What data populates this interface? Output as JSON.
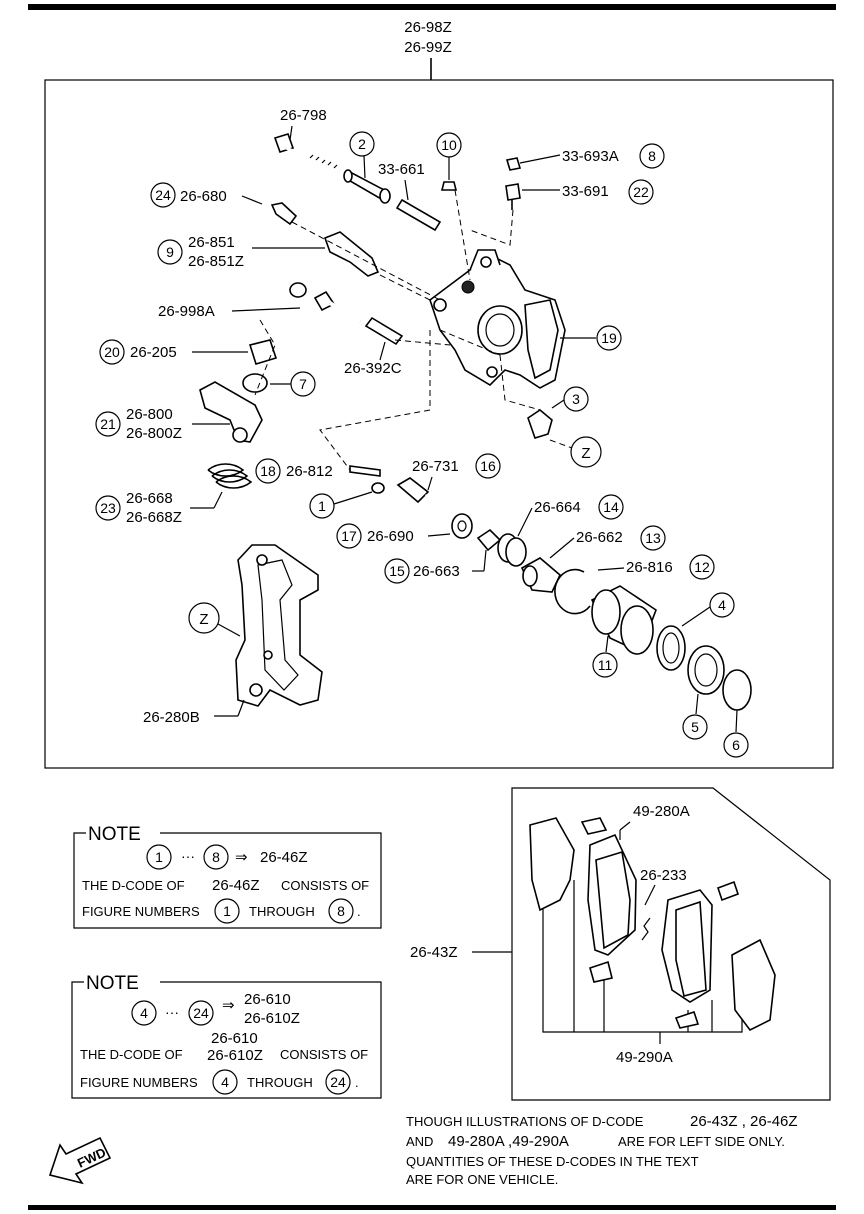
{
  "assembly": {
    "line1": "26-98Z",
    "line2": "26-99Z"
  },
  "parts": {
    "p26_798": "26-798",
    "p2": "2",
    "p10": "10",
    "p33_661": "33-661",
    "p33_693A": "33-693A",
    "p8": "8",
    "p33_691": "33-691",
    "p22": "22",
    "p24": "24",
    "p26_680": "26-680",
    "p9": "9",
    "p26_851": "26-851",
    "p26_851Z": "26-851Z",
    "p26_998A": "26-998A",
    "p20": "20",
    "p26_205": "26-205",
    "p26_392C": "26-392C",
    "p19": "19",
    "p7": "7",
    "p21": "21",
    "p26_800": "26-800",
    "p26_800Z": "26-800Z",
    "p3": "3",
    "pZ1": "Z",
    "p18": "18",
    "p26_812": "26-812",
    "p26_731": "26-731",
    "p16": "16",
    "p23": "23",
    "p26_668": "26-668",
    "p26_668Z": "26-668Z",
    "p1": "1",
    "p26_664": "26-664",
    "p14": "14",
    "p17": "17",
    "p26_690": "26-690",
    "p26_662": "26-662",
    "p13": "13",
    "p15": "15",
    "p26_663": "26-663",
    "p26_816": "26-816",
    "p12": "12",
    "pZ2": "Z",
    "p4": "4",
    "p11": "11",
    "p5": "5",
    "p6": "6",
    "p26_280B": "26-280B"
  },
  "pads": {
    "p49_280A": "49-280A",
    "p26_233": "26-233",
    "p26_43Z": "26-43Z",
    "p49_290A": "49-290A"
  },
  "note1": {
    "title": "NOTE",
    "from": "1",
    "dots": "···",
    "to": "8",
    "arrow": "⇒",
    "result": "26-46Z",
    "line2a": "THE D-CODE OF",
    "line2b": "26-46Z",
    "line2c": "CONSISTS OF",
    "line3a": "FIGURE NUMBERS",
    "line3b": "1",
    "line3c": "THROUGH",
    "line3d": "8",
    "line3e": "."
  },
  "note2": {
    "title": "NOTE",
    "from": "4",
    "dots": "···",
    "to": "24",
    "arrow": "⇒",
    "result1": "26-610",
    "result2": "26-610Z",
    "line2top": "26-610",
    "line2a": "THE D-CODE OF",
    "line2b": "26-610Z",
    "line2c": "CONSISTS OF",
    "line3a": "FIGURE NUMBERS",
    "line3b": "4",
    "line3c": "THROUGH",
    "line3d": "24",
    "line3e": "."
  },
  "footnote": {
    "line1a": "THOUGH ILLUSTRATIONS OF D-CODE",
    "line1b": "26-43Z , 26-46Z",
    "line2a": "AND",
    "line2b": "49-280A ,49-290A",
    "line2c": "ARE FOR LEFT SIDE ONLY.",
    "line3": "QUANTITIES OF THESE D-CODES IN THE TEXT",
    "line4": "ARE FOR ONE VEHICLE."
  },
  "fwd": {
    "label": "FWD"
  }
}
